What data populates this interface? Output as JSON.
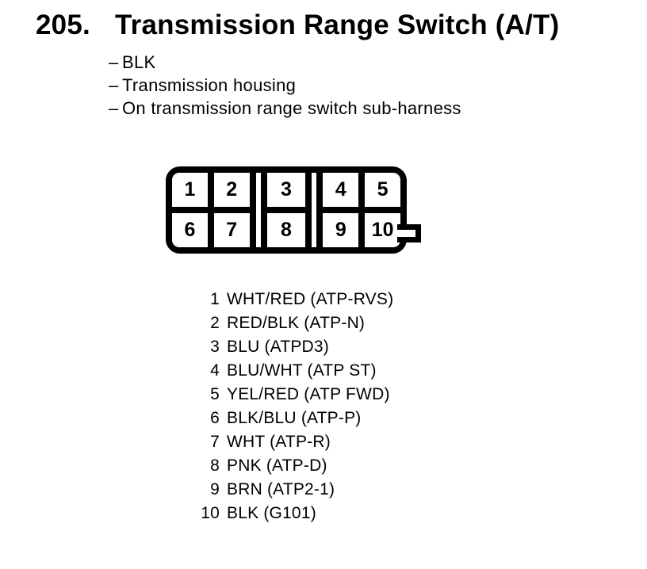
{
  "document": {
    "item_number": "205.",
    "title": "Transmission Range Switch (A/T)",
    "bullet_dash": "–",
    "bullets": [
      "BLK",
      "Transmission housing",
      "On transmission range switch sub-harness"
    ]
  },
  "connector": {
    "type": "10-pin connector, 2 rows x 5 pins, front view",
    "groups": [
      {
        "cells": [
          [
            "1",
            "2"
          ],
          [
            "6",
            "7"
          ]
        ]
      },
      {
        "cells": [
          [
            "3"
          ],
          [
            "8"
          ]
        ]
      },
      {
        "cells": [
          [
            "4",
            "5"
          ],
          [
            "9",
            "10"
          ]
        ]
      }
    ]
  },
  "pinout": [
    {
      "pin": "1",
      "wire": "WHT/RED (ATP-RVS)"
    },
    {
      "pin": "2",
      "wire": "RED/BLK (ATP-N)"
    },
    {
      "pin": "3",
      "wire": "BLU (ATPD3)"
    },
    {
      "pin": "4",
      "wire": "BLU/WHT (ATP ST)"
    },
    {
      "pin": "5",
      "wire": "YEL/RED (ATP FWD)"
    },
    {
      "pin": "6",
      "wire": "BLK/BLU (ATP-P)"
    },
    {
      "pin": "7",
      "wire": "WHT (ATP-R)"
    },
    {
      "pin": "8",
      "wire": "PNK (ATP-D)"
    },
    {
      "pin": "9",
      "wire": "BRN (ATP2-1)"
    },
    {
      "pin": "10",
      "wire": "BLK (G101)"
    }
  ],
  "colors": {
    "ink": "#000000",
    "paper": "#ffffff"
  }
}
